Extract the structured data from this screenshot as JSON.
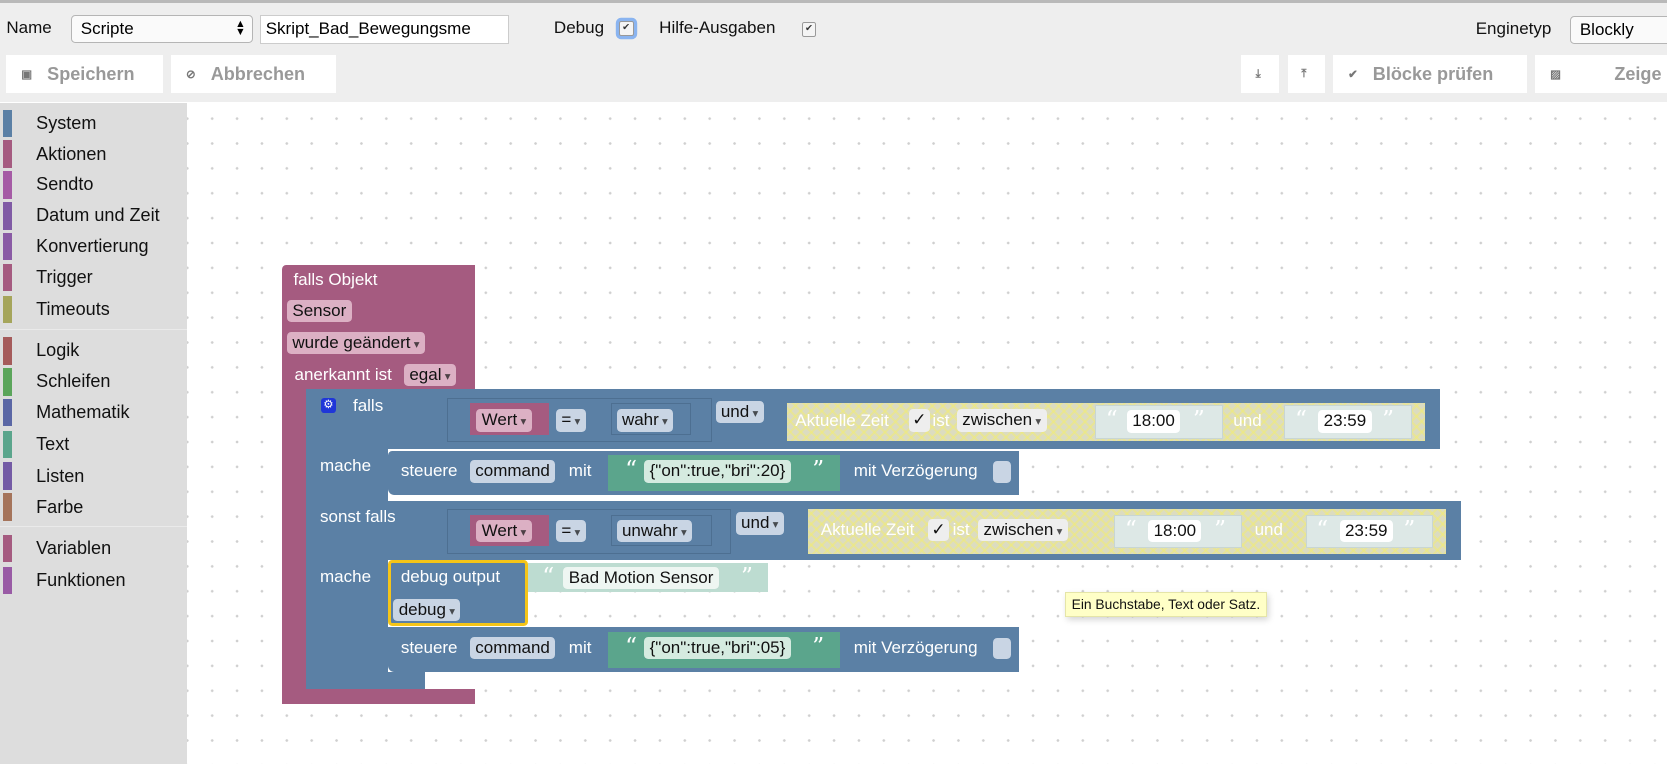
{
  "header": {
    "name_label": "Name",
    "folder_select": "Scripte",
    "script_name": "Skript_Bad_Bewegungsme",
    "debug_label": "Debug",
    "debug_checked": true,
    "help_label": "Hilfe-Ausgaben",
    "help_checked": true,
    "engine_label": "Enginetyp",
    "engine_select": "Blockly"
  },
  "toolbar": {
    "save": "Speichern",
    "cancel": "Abbrechen",
    "check": "Blöcke prüfen",
    "show": "Zeige"
  },
  "sidebar": {
    "items": [
      {
        "label": "System",
        "color": "#5b80a5"
      },
      {
        "label": "Aktionen",
        "color": "#a55b80"
      },
      {
        "label": "Sendto",
        "color": "#a55ba5"
      },
      {
        "label": "Datum und Zeit",
        "color": "#805ba5"
      },
      {
        "label": "Konvertierung",
        "color": "#8a5ba5"
      },
      {
        "label": "Trigger",
        "color": "#a55b80"
      },
      {
        "label": "Timeouts",
        "color": "#a5a55b"
      },
      {
        "label": "Logik",
        "color": "#a55b5b"
      },
      {
        "label": "Schleifen",
        "color": "#5ba55b"
      },
      {
        "label": "Mathematik",
        "color": "#5b67a5"
      },
      {
        "label": "Text",
        "color": "#5ba58c"
      },
      {
        "label": "Listen",
        "color": "#745ba5"
      },
      {
        "label": "Farbe",
        "color": "#a5745b"
      },
      {
        "label": "Variablen",
        "color": "#a55b80"
      },
      {
        "label": "Funktionen",
        "color": "#995ba5"
      }
    ]
  },
  "blocks": {
    "trigger": {
      "title": "falls Objekt",
      "object": "Sensor",
      "event": "wurde geändert",
      "ack_label": "anerkannt ist",
      "ack": "egal"
    },
    "if": {
      "falls": "falls",
      "mache": "mache",
      "sonst_falls": "sonst falls"
    },
    "cond1": {
      "var": "Wert",
      "op": "=",
      "val": "wahr",
      "and": "und",
      "time_label": "Aktuelle Zeit",
      "check": "✓",
      "ist": "ist",
      "mode": "zwischen",
      "from": "18:00",
      "und": "und",
      "to": "23:59"
    },
    "cond2": {
      "var": "Wert",
      "op": "=",
      "val": "unwahr",
      "and": "und",
      "time_label": "Aktuelle Zeit",
      "check": "✓",
      "ist": "ist",
      "mode": "zwischen",
      "from": "18:00",
      "und": "und",
      "to": "23:59"
    },
    "control1": {
      "steuere": "steuere",
      "target": "command",
      "mit": "mit",
      "value": "{\"on\":true,\"bri\":20}",
      "delay": "mit Verzögerung"
    },
    "debug": {
      "label": "debug output",
      "text": "Bad Motion Sensor",
      "level": "debug"
    },
    "control2": {
      "steuere": "steuere",
      "target": "command",
      "mit": "mit",
      "value": "{\"on\":true,\"bri\":05}",
      "delay": "mit Verzögerung"
    }
  },
  "tooltip": "Ein Buchstabe, Text oder Satz."
}
